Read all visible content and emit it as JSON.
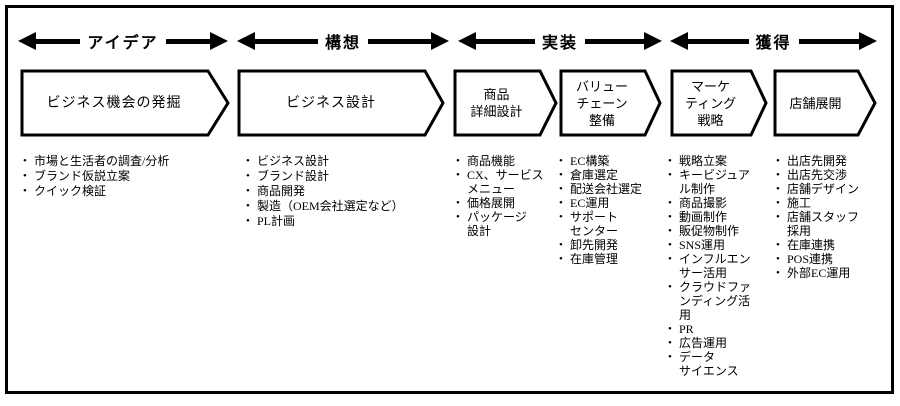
{
  "phases": [
    {
      "label": "アイデア"
    },
    {
      "label": "構想"
    },
    {
      "label": "実装"
    },
    {
      "label": "獲得"
    }
  ],
  "stages": [
    {
      "title": "ビジネス機会の発掘",
      "items": [
        "市場と生活者の調査/分析",
        "ブランド仮説立案",
        "クイック検証"
      ]
    },
    {
      "title": "ビジネス設計",
      "items": [
        "ビジネス設計",
        "ブランド設計",
        "商品開発",
        "製造（OEM会社選定など）",
        "PL計画"
      ]
    },
    {
      "title": "商品\n詳細設計",
      "items": [
        "商品機能",
        "CX、サービス\nメニュー",
        "価格展開",
        "パッケージ\n設計"
      ]
    },
    {
      "title": "バリュー\nチェーン\n整備",
      "items": [
        "EC構築",
        "倉庫選定",
        "配送会社選定",
        "EC運用",
        "サポート\nセンター",
        "卸先開発",
        "在庫管理"
      ]
    },
    {
      "title": "マーケ\nティング\n戦略",
      "items": [
        "戦略立案",
        "キービジュアル制作",
        "商品撮影",
        "動画制作",
        "販促物制作",
        "SNS運用",
        "インフルエンサー活用",
        "クラウドファンディング活用",
        "PR",
        "広告運用",
        "データ\nサイエンス"
      ]
    },
    {
      "title": "店舗展開",
      "items": [
        "出店先開発",
        "出店先交渉",
        "店舗デザイン",
        "施工",
        "店舗スタッフ\n採用",
        "在庫連携",
        "POS連携",
        "外部EC運用"
      ]
    }
  ],
  "colors": {
    "ink": "#000000",
    "background": "#ffffff"
  }
}
